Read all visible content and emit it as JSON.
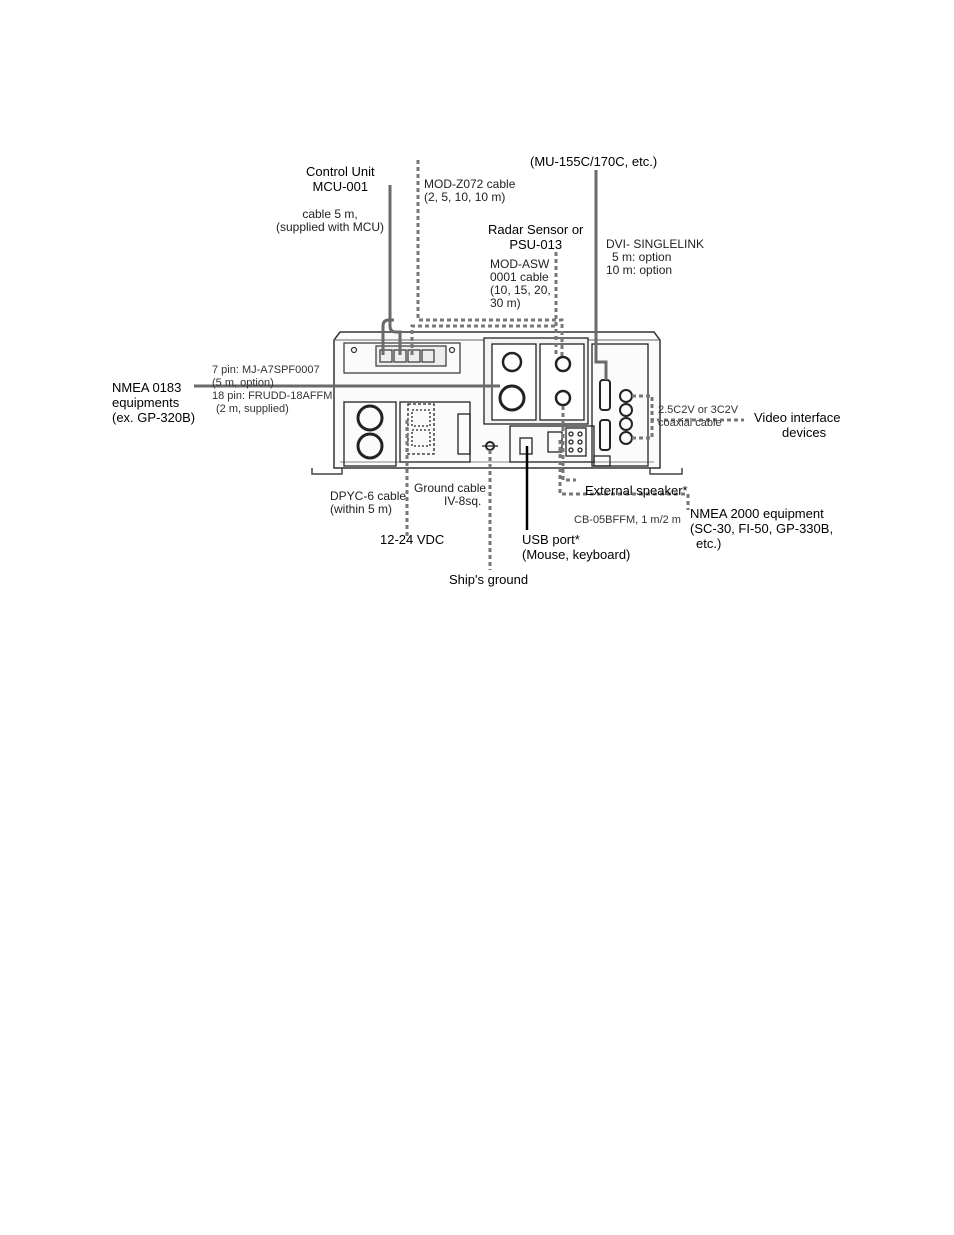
{
  "labels": {
    "control_unit": [
      "Control Unit",
      "MCU-001"
    ],
    "mcu_cable": [
      "cable  5  m,",
      "(supplied with MCU)"
    ],
    "mod_z072": [
      "MOD-Z072 cable",
      "(2, 5, 10, 10 m)"
    ],
    "mu_monitor": "(MU-155C/170C, etc.)",
    "radar_sensor": [
      "Radar Sensor or",
      "PSU-013"
    ],
    "mod_asw": [
      "MOD-ASW",
      "0001 cable",
      "(10, 15, 20,",
      "30 m)"
    ],
    "dvi": [
      "DVI- SINGLELINK",
      "5 m: option",
      "10 m: option"
    ],
    "nmea0183_cable": [
      "7 pin: MJ-A7SPF0007",
      "(5 m, option)",
      "18 pin: FRUDD-18AFFM",
      "(2 m, supplied)"
    ],
    "nmea0183_equipment": [
      "NMEA 0183",
      "equipments",
      "(ex. GP-320B)"
    ],
    "coaxial": [
      "2.5C2V or 3C2V",
      "coaxial cable"
    ],
    "video_devices": [
      "Video interface",
      "devices"
    ],
    "ground_cable": [
      "Ground cable",
      "IV-8sq."
    ],
    "dpyc": [
      "DPYC-6 cable",
      "(within 5 m)"
    ],
    "external_speaker": "External speaker*",
    "nmea2000_equipment": [
      "NMEA 2000 equipment",
      "(SC-30, FI-50, GP-330B,",
      "etc.)"
    ],
    "cb_cable": "CB-05BFFM, 1 m/2 m",
    "power": "12-24 VDC",
    "usb": [
      "USB port*",
      "(Mouse, keyboard)"
    ],
    "ships_ground": "Ship's ground"
  }
}
